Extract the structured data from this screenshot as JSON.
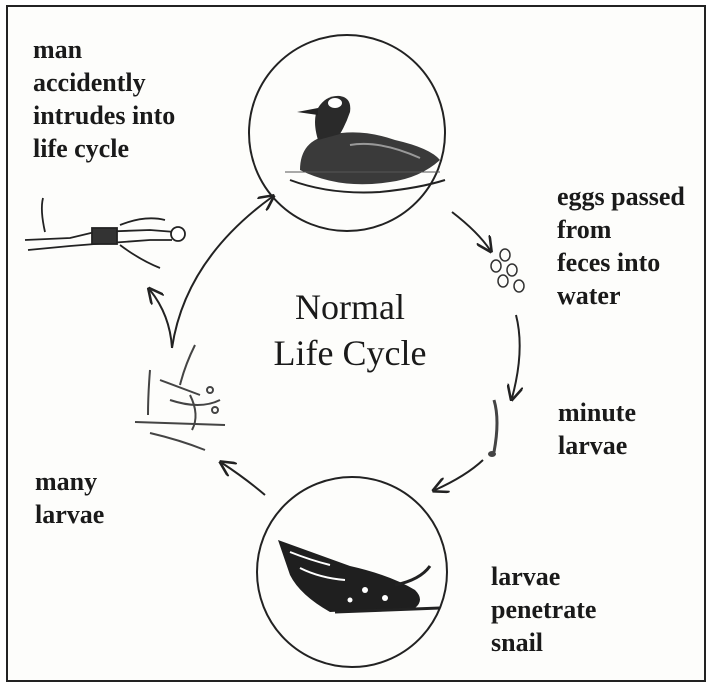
{
  "diagram": {
    "title": "Normal\nLife Cycle",
    "labels": {
      "man": "man\naccidently\nintrudes into\nlife cycle",
      "eggs": "eggs passed\nfrom\nfeces into\nwater",
      "minute_larvae": "minute\nlarvae",
      "snail": "larvae\npenetrate\nsnail",
      "many_larvae": "many\nlarvae"
    },
    "icons": [
      "duck-icon",
      "eggs-icon",
      "minute-larva-icon",
      "snail-icon",
      "larvae-cluster-icon",
      "swimmer-icon"
    ]
  }
}
